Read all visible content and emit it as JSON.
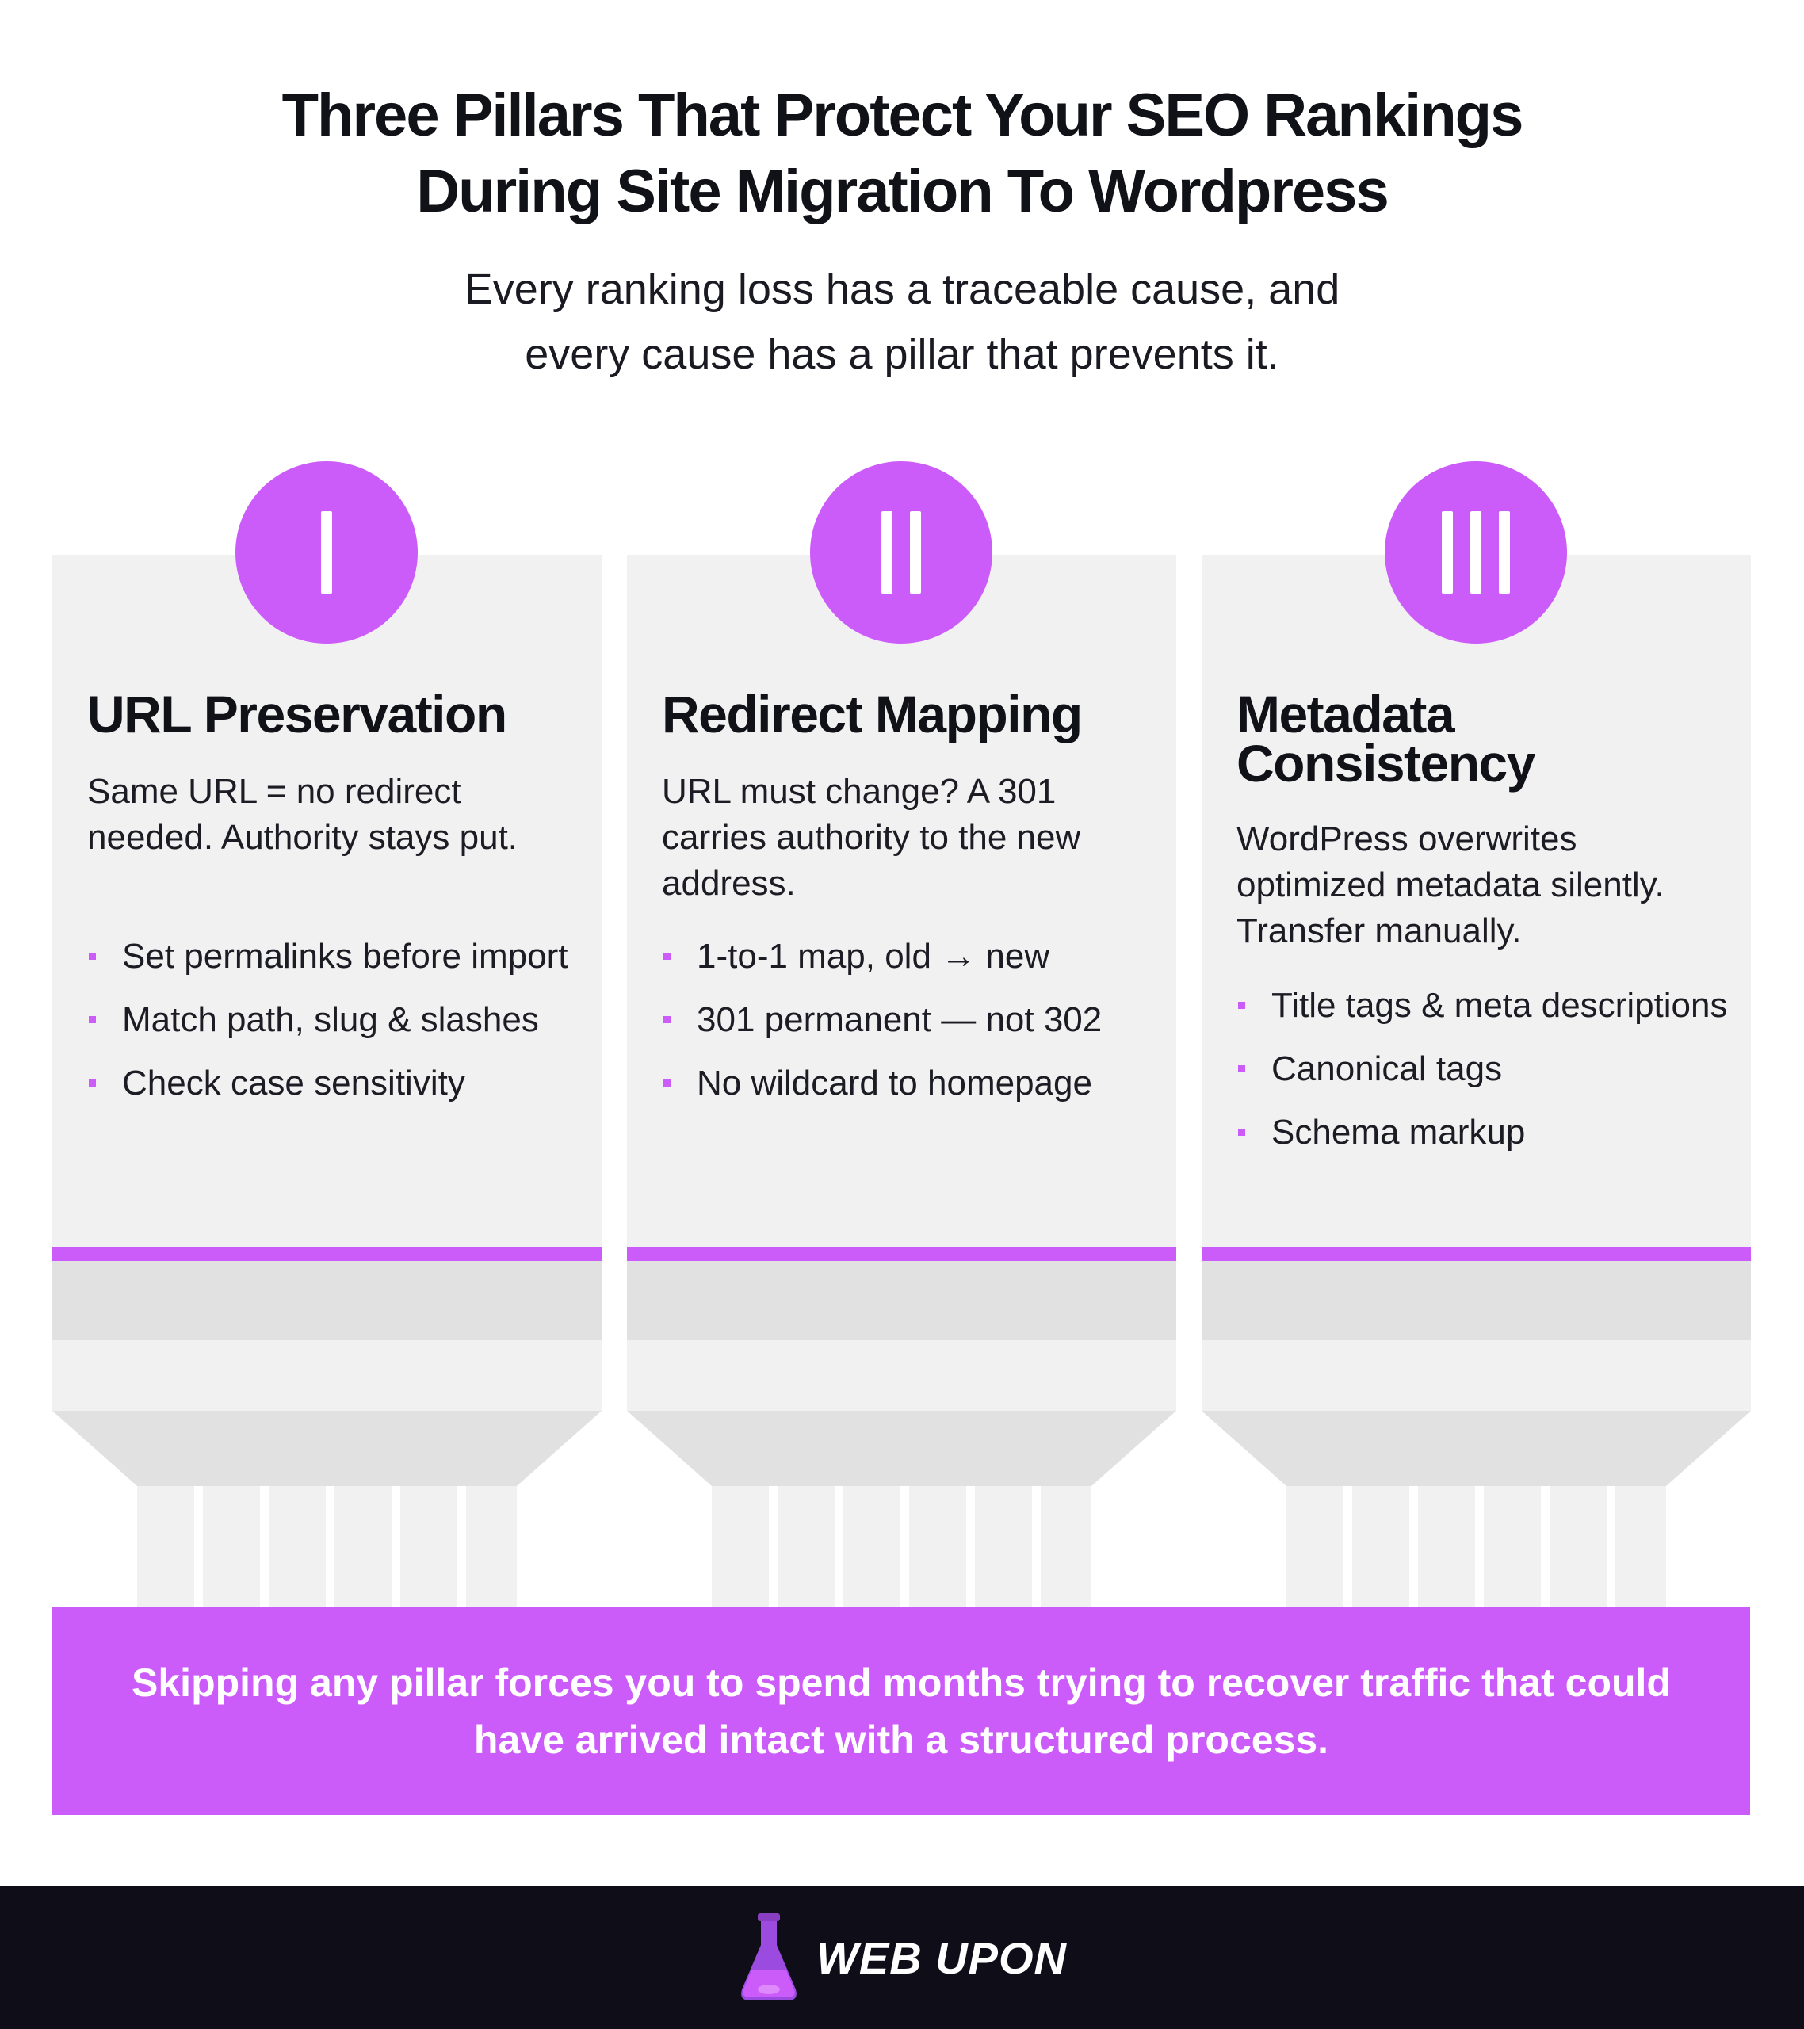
{
  "header": {
    "title_line1": "Three Pillars That Protect Your SEO Rankings",
    "title_line2": "During Site Migration To Wordpress",
    "subtitle_line1": "Every ranking loss has a traceable cause, and",
    "subtitle_line2": "every cause has a pillar that prevents it."
  },
  "pillars": [
    {
      "numeral": "I",
      "title": "URL Preservation",
      "description": "Same URL = no redirect needed. Authority stays put.",
      "items": [
        "Set permalinks before import",
        "Match path, slug & slashes",
        "Check case sensitivity"
      ]
    },
    {
      "numeral": "II",
      "title": "Redirect Mapping",
      "description": "URL must change? A 301 carries authority to the new address.",
      "items": [
        "1-to-1 map, old → new",
        "301 permanent — not 302",
        "No wildcard to homepage"
      ]
    },
    {
      "numeral": "III",
      "title": "Metadata Consistency",
      "description": "WordPress overwrites optimized metadata silently. Transfer manually.",
      "items": [
        "Title tags & meta descriptions",
        "Canonical tags",
        "Schema markup"
      ]
    }
  ],
  "banner": {
    "text": "Skipping any pillar forces you to spend months trying to recover traffic that could have arrived intact with a structured process."
  },
  "footer": {
    "brand": "WEB UPON"
  },
  "colors": {
    "accent": "#cc5cfa",
    "pillar": "#f2f1f1",
    "band": "#e1e1e2",
    "footer": "#0e0d18"
  }
}
